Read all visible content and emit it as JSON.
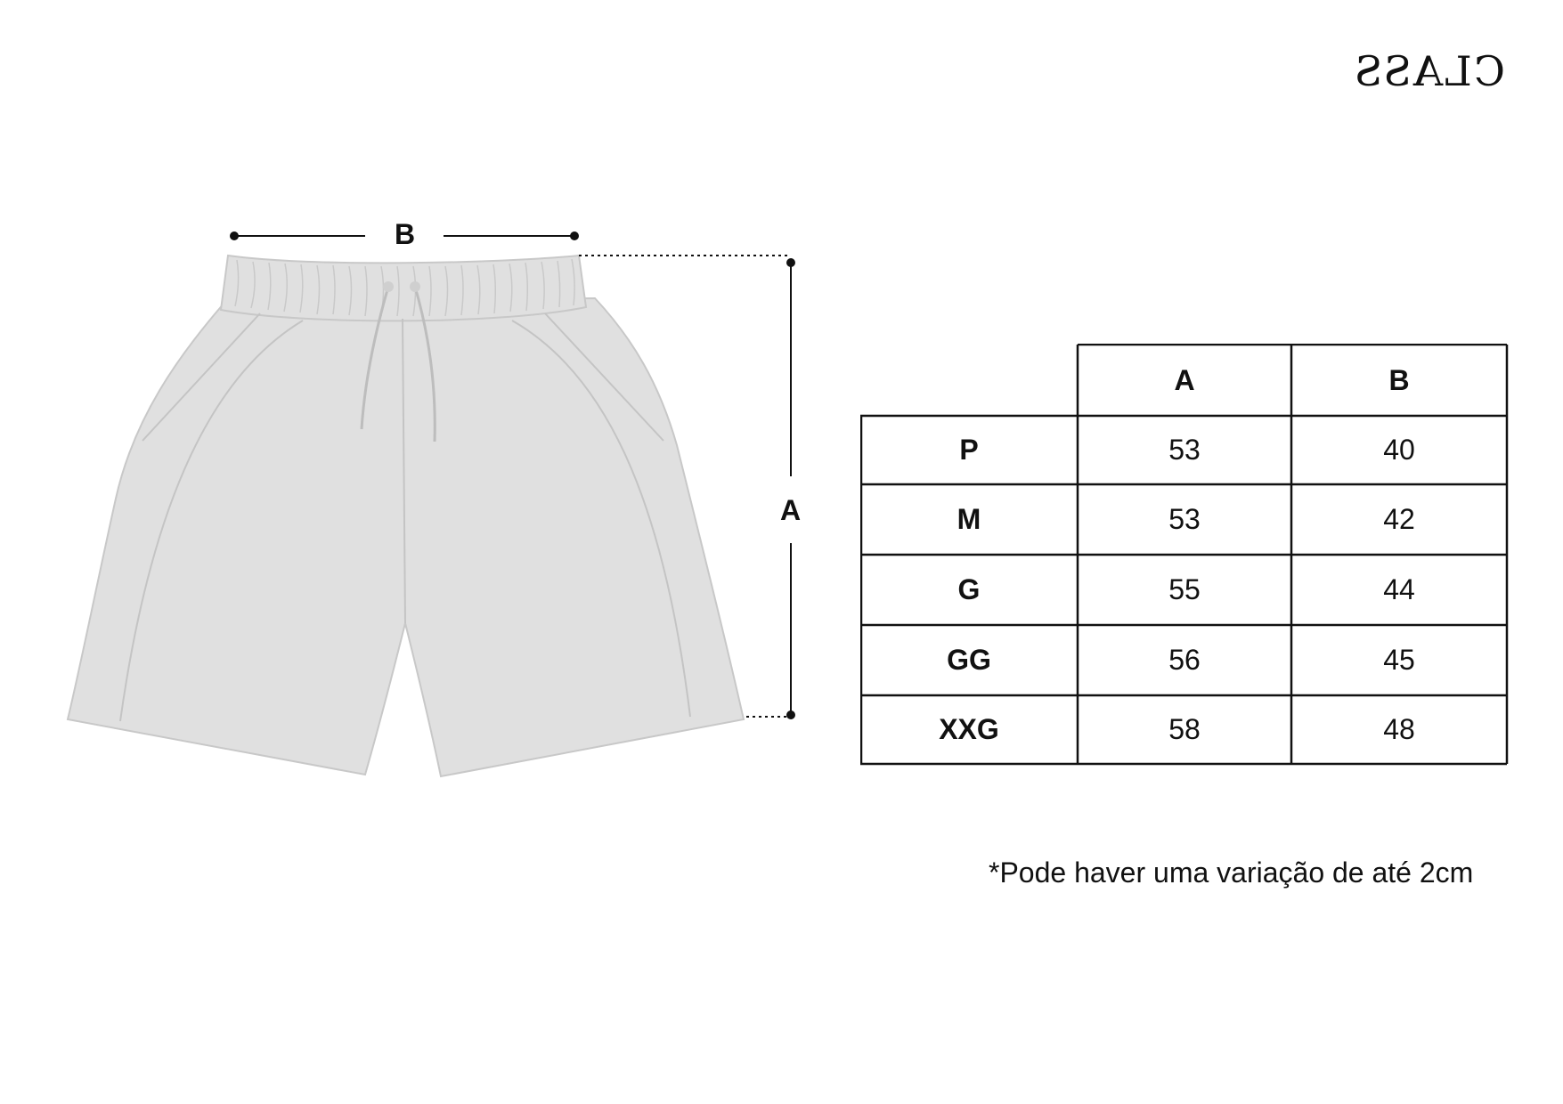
{
  "brand": {
    "logo_text": "CLASS"
  },
  "diagram": {
    "label_width": "B",
    "label_height": "A",
    "garment_fill": "#e0e0e0",
    "garment_stroke": "#c4c4c4"
  },
  "size_table": {
    "columns": [
      "A",
      "B"
    ],
    "rows": [
      {
        "size": "P",
        "a": "53",
        "b": "40"
      },
      {
        "size": "M",
        "a": "53",
        "b": "42"
      },
      {
        "size": "G",
        "a": "55",
        "b": "44"
      },
      {
        "size": "GG",
        "a": "56",
        "b": "45"
      },
      {
        "size": "XXG",
        "a": "58",
        "b": "48"
      }
    ]
  },
  "footnote": "*Pode haver uma variação de até 2cm"
}
